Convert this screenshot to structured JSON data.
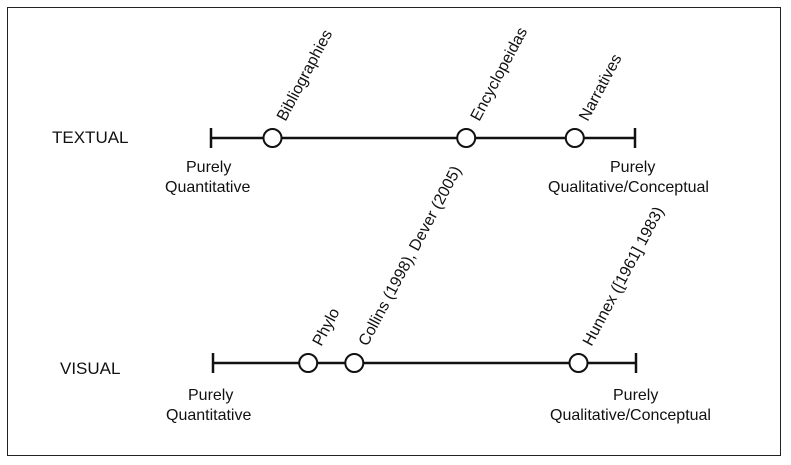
{
  "rows": [
    {
      "id": "textual",
      "label": "TEXTUAL",
      "left_end_label_line1": "Purely",
      "left_end_label_line2": "Quantitative",
      "right_end_label_line1": "Purely",
      "right_end_label_line2": "Qualitative/Conceptual",
      "points": [
        {
          "label": "Bibliographies",
          "position": 0.145
        },
        {
          "label": "Encyclopeidas",
          "position": 0.602
        },
        {
          "label": "Narratives",
          "position": 0.858
        }
      ]
    },
    {
      "id": "visual",
      "label": "VISUAL",
      "left_end_label_line1": "Purely",
      "left_end_label_line2": "Quantitative",
      "right_end_label_line1": "Purely",
      "right_end_label_line2": "Qualitative/Conceptual",
      "points": [
        {
          "label": "Phylo",
          "position": 0.225
        },
        {
          "label": "Collins (1998), Dever (2005)",
          "position": 0.334
        },
        {
          "label": "Hunnex ([1961] 1983)",
          "position": 0.864
        }
      ]
    }
  ]
}
